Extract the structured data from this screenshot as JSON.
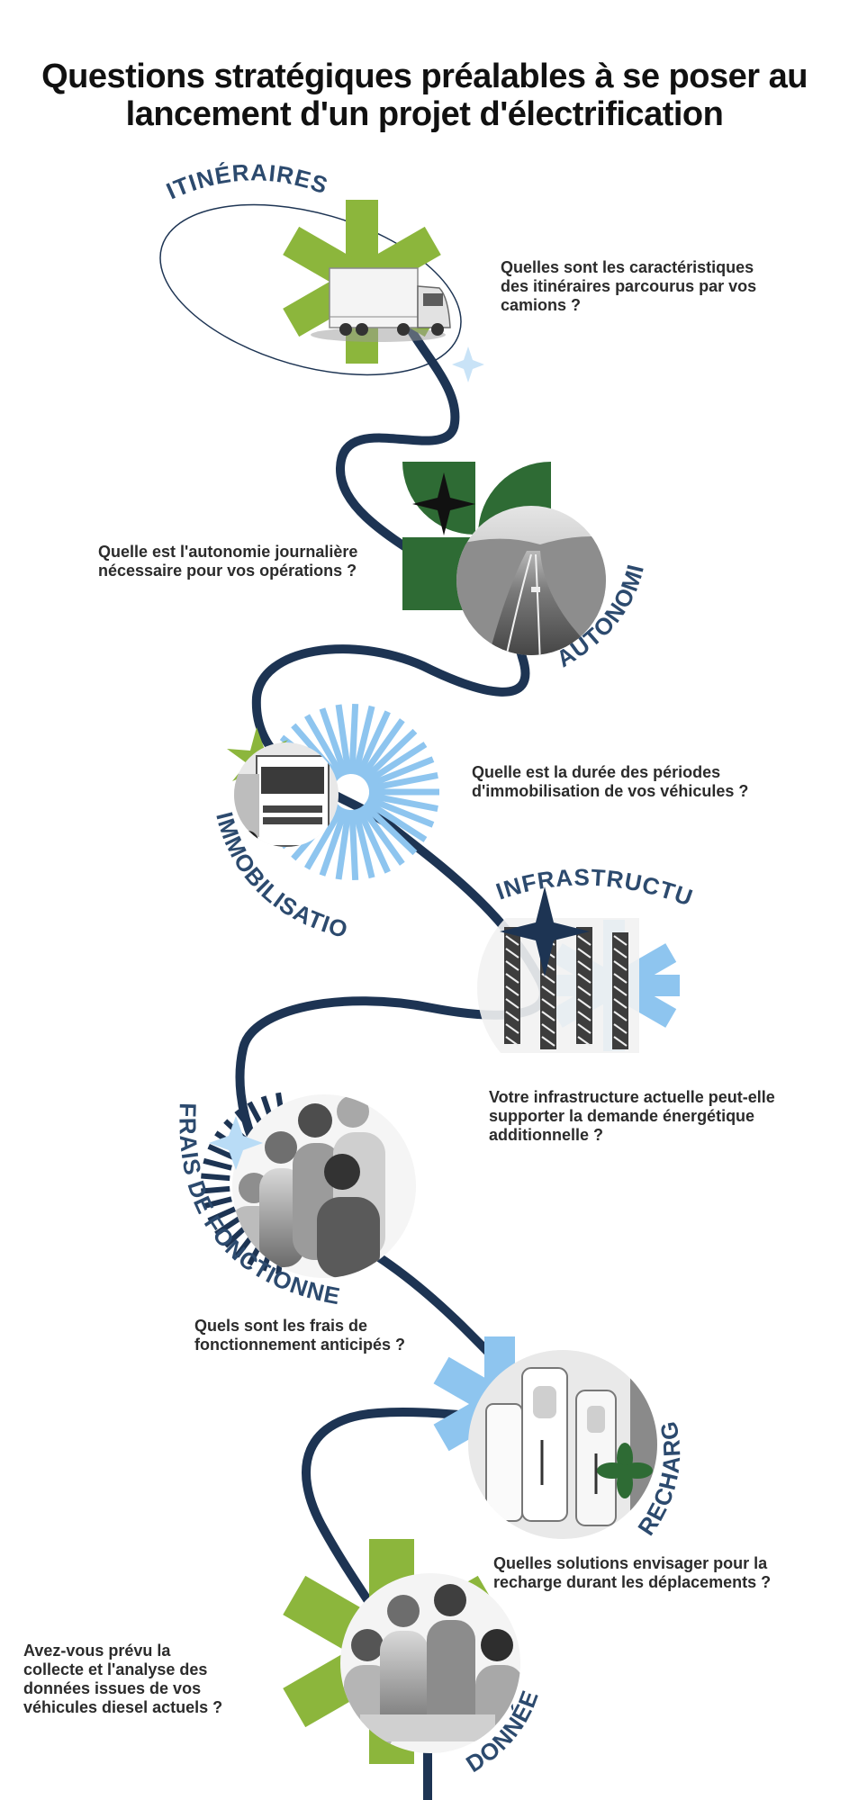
{
  "title": {
    "line1": "Questions stratégiques préalables à se poser au",
    "line2": "lancement d'un projet d'électrification"
  },
  "colors": {
    "navy": "#1d3453",
    "label_blue": "#2c4a6e",
    "green": "#8cb63c",
    "dark_green": "#2e6b34",
    "light_blue": "#8ec5ef"
  },
  "sections": [
    {
      "label": "ITINÉRAIRES",
      "question_lines": [
        "Quelles sont les caractéristiques",
        "des itinéraires parcourus par vos",
        "camions ?"
      ],
      "image": "truck-photo",
      "decoration": "green-asterisk"
    },
    {
      "label": "AUTONOMIE",
      "question_lines": [
        "Quelle est l'autonomie journalière",
        "nécessaire pour vos opérations ?"
      ],
      "image": "highway-photo",
      "decoration": "dark-green-leaves"
    },
    {
      "label": "IMMOBILISATION",
      "question_lines": [
        "Quelle est la durée des périodes",
        "d'immobilisation de vos véhicules ?"
      ],
      "image": "truck-front-photo",
      "decoration": "blue-sunburst"
    },
    {
      "label": "INFRASTRUCTURES",
      "question_lines": [
        "Votre infrastructure actuelle peut-elle",
        "supporter la demande énergétique",
        "additionnelle ?"
      ],
      "image": "power-lines-photo",
      "decoration": "blue-asterisk"
    },
    {
      "label": "FRAIS DE FONCTIONNEMENT",
      "question_lines": [
        "Quels sont les frais de",
        "fonctionnement anticipés ?"
      ],
      "image": "team-photo",
      "decoration": "navy-sunburst"
    },
    {
      "label": "RECHARGE",
      "question_lines": [
        "Quelles solutions envisager pour la",
        "recharge durant les déplacements ?"
      ],
      "image": "chargers-photo",
      "decoration": "blue-asterisk"
    },
    {
      "label": "DONNÉES",
      "question_lines": [
        "Avez-vous prévu la",
        "collecte et l'analyse des",
        "données issues de vos",
        "véhicules diesel actuels ?"
      ],
      "image": "office-team-photo",
      "decoration": "green-asterisk"
    }
  ]
}
